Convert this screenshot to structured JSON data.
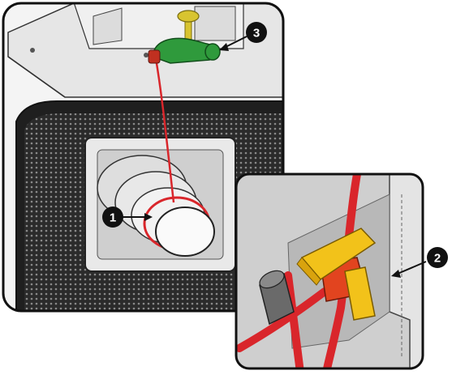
{
  "callouts": [
    {
      "number": "1",
      "part": "lens"
    },
    {
      "number": "2",
      "part": "cable-mount"
    },
    {
      "number": "3",
      "part": "shackle"
    }
  ],
  "colors": {
    "safety_cable": "#d9262b",
    "shackle": "#2f9a3c",
    "bolt_knob": "#d8c430",
    "clamp_yellow": "#f2c21a",
    "clamp_orange": "#e2441f",
    "housing_dark": "#3a3a3a",
    "housing_light": "#ececec",
    "inset_background": "#cfcfcf",
    "callout_badge": "#111111"
  }
}
